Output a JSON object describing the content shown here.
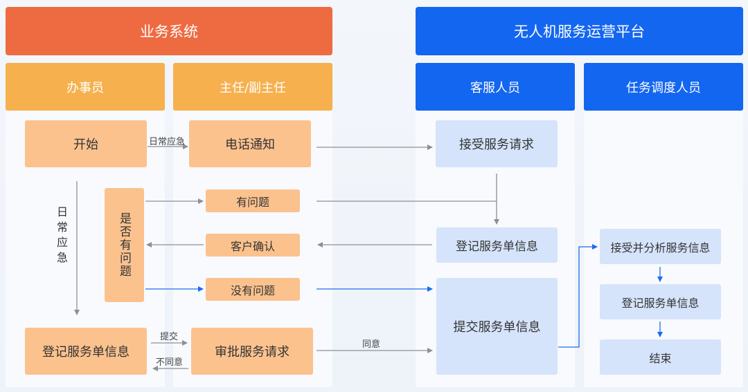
{
  "headers": {
    "business_system": "业务系统",
    "drone_platform": "无人机服务运营平台"
  },
  "roles": {
    "clerk": "办事员",
    "director": "主任/副主任",
    "customer_service": "客服人员",
    "dispatcher": "任务调度人员"
  },
  "nodes": {
    "start": "开始",
    "phone_notify": "电话通知",
    "accept_request": "接受服务请求",
    "has_problem_q": "是否有问题",
    "has_problem": "有问题",
    "customer_confirm": "客户确认",
    "no_problem": "没有问题",
    "register_info_cs": "登记服务单信息",
    "submit_info": "提交服务单信息",
    "register_info_clerk": "登记服务单信息",
    "approve_request": "审批服务请求",
    "accept_analyze": "接受并分析服务信息",
    "register_info_dispatch": "登记服务单信息",
    "end": "结束"
  },
  "edge_labels": {
    "daily_emergency_h": "日常应急",
    "daily_emergency_v": "日常应急",
    "submit": "提交",
    "disagree": "不同意",
    "agree": "同意"
  },
  "colors": {
    "orange_header": "#ee6b42",
    "orange_sub": "#f6b04e",
    "orange_box": "#fbc28e",
    "blue_header": "#1366f0",
    "blue_box": "#d5e4fb",
    "blue_arrow": "#1a6cf0",
    "gray_arrow": "#8a8f99"
  }
}
